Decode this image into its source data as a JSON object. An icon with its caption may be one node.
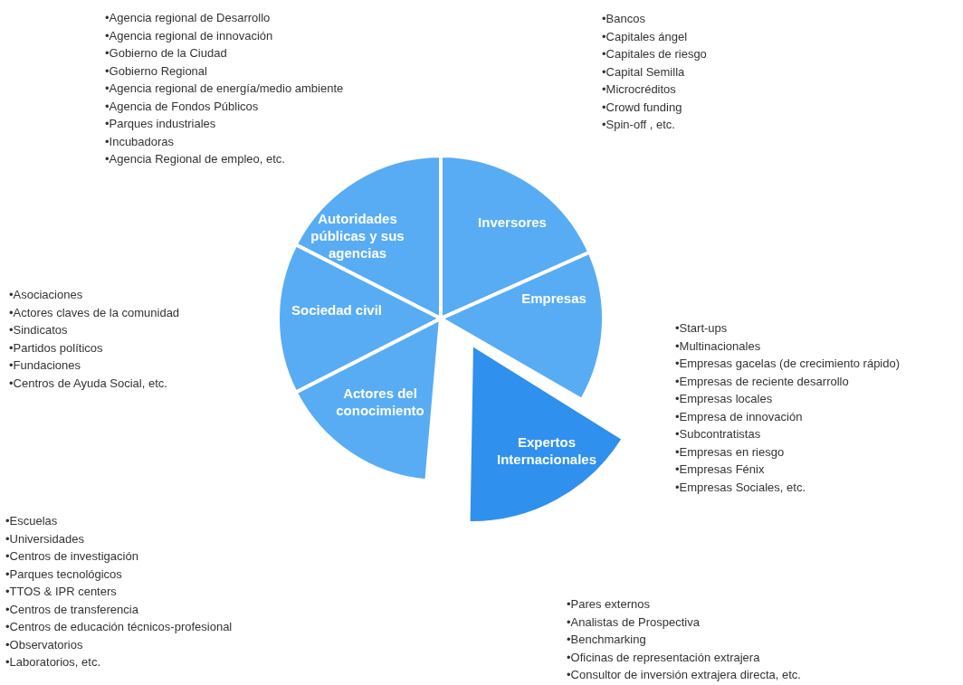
{
  "diagram": {
    "nodes": [
      {
        "text": [
          "Autoridades públicas y sus agencias"
        ],
        "beside": [
          "•Agencia regional de Desarrollo",
          "•Agencia regional de innovación",
          "•Gobierno de la Ciudad",
          "•Gobierno Regional",
          "•Agencia regional de energía/medio ambiente",
          "•Agencia de Fondos Públicos",
          "•Parques industriales",
          "•Incubadoras",
          "•Agencia Regional de empleo, etc."
        ]
      },
      {
        "text": [
          "Inversores"
        ],
        "beside": [
          "•Bancos",
          "•Capitales ángel",
          "•Capitales de riesgo",
          "•Capital Semilla",
          "•Microcréditos",
          "•Crowd funding",
          "•Spin-off , etc."
        ]
      },
      {
        "text": [
          "Sociedad civil"
        ],
        "beside": [
          "•Asociaciones",
          "•Actores claves de la comunidad",
          "•Sindicatos",
          "•Partidos políticos",
          "•Fundaciones",
          "•Centros de Ayuda Social, etc."
        ]
      },
      {
        "text": [
          "Empresas"
        ],
        "beside": [
          "•Start-ups",
          "•Multinacionales",
          "•Empresas gacelas (de crecimiento rápido)",
          "•Empresas de reciente desarrollo",
          "•Empresas locales",
          "•Empresa de innovación",
          "•Subcontratistas",
          "•Empresas en riesgo",
          "•Empresas Fénix",
          "•Empresas Sociales, etc."
        ]
      },
      {
        "text": [
          "Actores del conocimiento"
        ],
        "beside": [
          "•Escuelas",
          "•Universidades",
          "•Centros de investigación",
          "•Parques tecnológicos",
          "•TTOS & IPR centers",
          "•Centros de transferencia",
          "•Centros de educación técnicos-profesional",
          "•Observatorios",
          "•Laboratorios, etc."
        ]
      },
      {
        "text": [
          "Expertos Internacionales"
        ],
        "beside": [
          "•Pares externos",
          "•Analistas de Prospectiva",
          "•Benchmarking",
          "•Oficinas de representación extrajera",
          "•Consultor de inversión extrajera directa, etc."
        ]
      }
    ],
    "edges": []
  }
}
